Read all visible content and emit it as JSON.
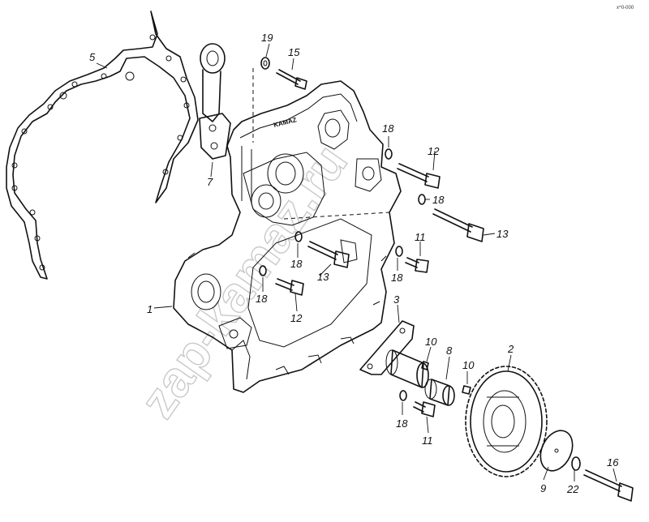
{
  "corner_code": "x^0-000",
  "watermark": "zap-kamaz.ru",
  "cover_logo": "KAMAZ",
  "callouts": [
    {
      "id": "c5",
      "text": "5"
    },
    {
      "id": "c19",
      "text": "19"
    },
    {
      "id": "c15",
      "text": "15"
    },
    {
      "id": "c7",
      "text": "7"
    },
    {
      "id": "c18a",
      "text": "18"
    },
    {
      "id": "c12a",
      "text": "12"
    },
    {
      "id": "c18b",
      "text": "18"
    },
    {
      "id": "c13a",
      "text": "13"
    },
    {
      "id": "c11a",
      "text": "11"
    },
    {
      "id": "c18c",
      "text": "18"
    },
    {
      "id": "c18d",
      "text": "18"
    },
    {
      "id": "c13b",
      "text": "13"
    },
    {
      "id": "c1",
      "text": "1"
    },
    {
      "id": "c18e",
      "text": "18"
    },
    {
      "id": "c12b",
      "text": "12"
    },
    {
      "id": "c3",
      "text": "3"
    },
    {
      "id": "c10a",
      "text": "10"
    },
    {
      "id": "c8",
      "text": "8"
    },
    {
      "id": "c2",
      "text": "2"
    },
    {
      "id": "c10b",
      "text": "10"
    },
    {
      "id": "c18f",
      "text": "18"
    },
    {
      "id": "c11b",
      "text": "11"
    },
    {
      "id": "c9",
      "text": "9"
    },
    {
      "id": "c22",
      "text": "22"
    },
    {
      "id": "c16",
      "text": "16"
    }
  ]
}
